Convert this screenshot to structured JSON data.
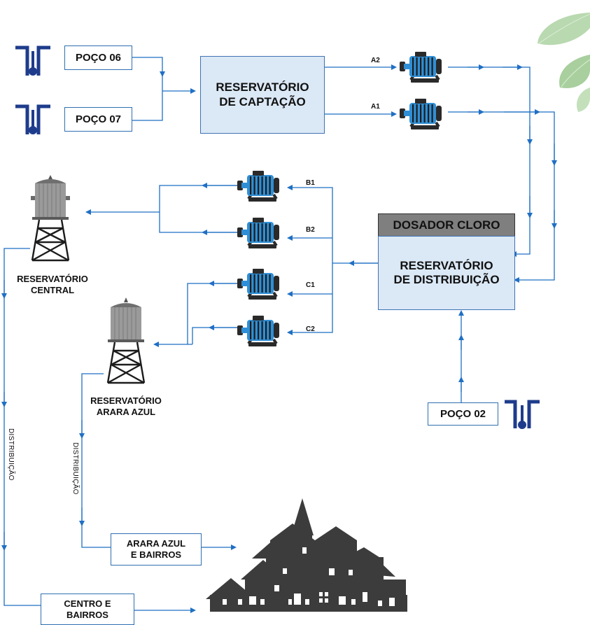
{
  "wells": {
    "poco06": "POÇO 06",
    "poco07": "POÇO 07",
    "poco02": "POÇO 02"
  },
  "reservatorio_captacao": [
    "RESERVATÓRIO",
    "DE CAPTAÇÃO"
  ],
  "dosador": "DOSADOR CLORO",
  "reservatorio_distribuicao": [
    "RESERVATÓRIO",
    "DE DISTRIBUIÇÃO"
  ],
  "pumps": {
    "a2": "A2",
    "a1": "A1",
    "b1": "B1",
    "b2": "B2",
    "c1": "C1",
    "c2": "C2"
  },
  "tower_central": [
    "RESERVATÓRIO",
    "CENTRAL"
  ],
  "tower_arara": [
    "RESERVATÓRIO",
    "ARARA AZUL"
  ],
  "distribution_label": "DISTRIBUIÇÃO",
  "destinations": {
    "arara": [
      "ARARA AZUL",
      "E BAIRROS"
    ],
    "centro": [
      "CENTRO E",
      "BAIRROS"
    ]
  },
  "colors": {
    "pipe": "#1f6fc4",
    "well_icon": "#1f3c8c",
    "reservoir_fill": "#dbe8f6",
    "pump_blue": "#2f8fd6",
    "town": "#3c3c3c"
  }
}
